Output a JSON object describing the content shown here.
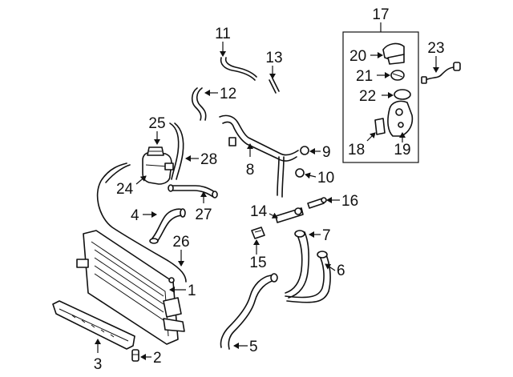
{
  "diagram": {
    "kit_box_label": "17",
    "callouts": [
      {
        "id": "c1",
        "label": "1"
      },
      {
        "id": "c2",
        "label": "2"
      },
      {
        "id": "c3",
        "label": "3"
      },
      {
        "id": "c4",
        "label": "4"
      },
      {
        "id": "c5",
        "label": "5"
      },
      {
        "id": "c6",
        "label": "6"
      },
      {
        "id": "c7",
        "label": "7"
      },
      {
        "id": "c8",
        "label": "8"
      },
      {
        "id": "c9",
        "label": "9"
      },
      {
        "id": "c10",
        "label": "10"
      },
      {
        "id": "c11",
        "label": "11"
      },
      {
        "id": "c12",
        "label": "12"
      },
      {
        "id": "c13",
        "label": "13"
      },
      {
        "id": "c14",
        "label": "14"
      },
      {
        "id": "c15",
        "label": "15"
      },
      {
        "id": "c16",
        "label": "16"
      },
      {
        "id": "c18",
        "label": "18"
      },
      {
        "id": "c19",
        "label": "19"
      },
      {
        "id": "c20",
        "label": "20"
      },
      {
        "id": "c21",
        "label": "21"
      },
      {
        "id": "c22",
        "label": "22"
      },
      {
        "id": "c23",
        "label": "23"
      },
      {
        "id": "c24",
        "label": "24"
      },
      {
        "id": "c25",
        "label": "25"
      },
      {
        "id": "c26",
        "label": "26"
      },
      {
        "id": "c27",
        "label": "27"
      },
      {
        "id": "c28",
        "label": "28"
      }
    ]
  }
}
